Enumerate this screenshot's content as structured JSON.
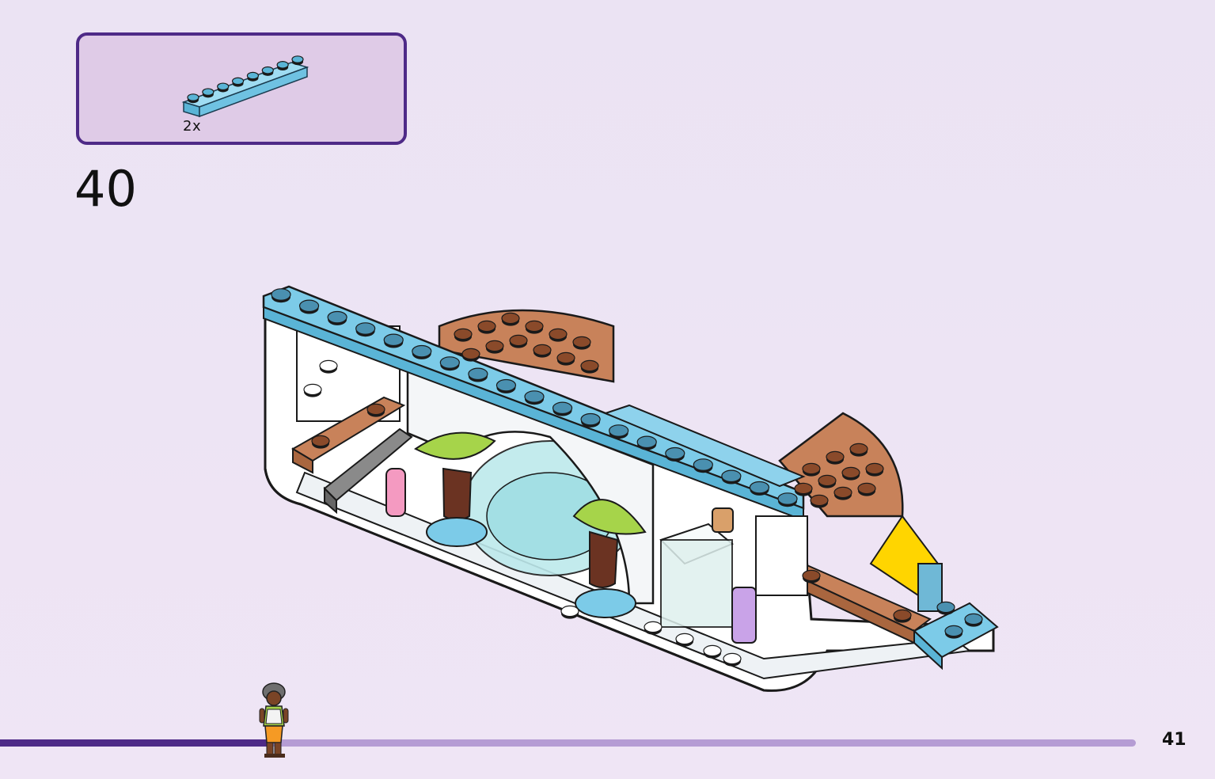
{
  "parts_callout": {
    "quantity": "2x",
    "part_name": "plate-1x8-medium-azure",
    "part_color": "#7ccbe8"
  },
  "step": {
    "number": "40"
  },
  "page": {
    "number": "41"
  },
  "progress": {
    "fraction": 0.24
  },
  "colors": {
    "accent": "#4e2a87",
    "track": "#b59cd4",
    "callout_bg": "#dfcbe7",
    "azure": "#7ccbe8",
    "nougat": "#c8825a",
    "yellow": "#ffd500",
    "lime": "#a6d44a"
  }
}
